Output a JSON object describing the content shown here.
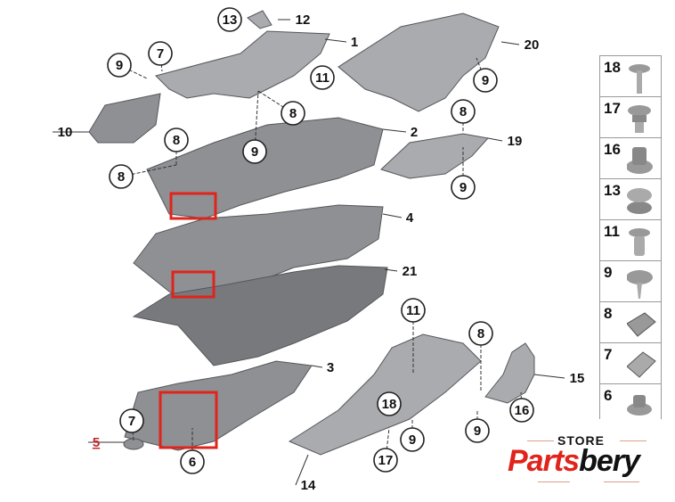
{
  "callouts": [
    {
      "label": "13",
      "circled": true
    },
    {
      "label": "12",
      "circled": false
    },
    {
      "label": "1",
      "circled": false
    },
    {
      "label": "20",
      "circled": false
    },
    {
      "label": "9",
      "circled": true
    },
    {
      "label": "7",
      "circled": true
    },
    {
      "label": "11",
      "circled": true
    },
    {
      "label": "9",
      "circled": true
    },
    {
      "label": "8",
      "circled": true
    },
    {
      "label": "8",
      "circled": true
    },
    {
      "label": "10",
      "circled": false
    },
    {
      "label": "2",
      "circled": false
    },
    {
      "label": "19",
      "circled": false
    },
    {
      "label": "8",
      "circled": true
    },
    {
      "label": "9",
      "circled": true
    },
    {
      "label": "8",
      "circled": true
    },
    {
      "label": "9",
      "circled": true
    },
    {
      "label": "4",
      "circled": false
    },
    {
      "label": "21",
      "circled": false
    },
    {
      "label": "11",
      "circled": true
    },
    {
      "label": "8",
      "circled": true
    },
    {
      "label": "3",
      "circled": false
    },
    {
      "label": "15",
      "circled": false
    },
    {
      "label": "7",
      "circled": true
    },
    {
      "label": "18",
      "circled": true
    },
    {
      "label": "16",
      "circled": true
    },
    {
      "label": "9",
      "circled": true
    },
    {
      "label": "9",
      "circled": true
    },
    {
      "label": "5",
      "circled": false,
      "color": "#c0282d"
    },
    {
      "label": "6",
      "circled": true
    },
    {
      "label": "17",
      "circled": true
    },
    {
      "label": "14",
      "circled": false
    }
  ],
  "highlight_color": "#e0241b",
  "sidebar": {
    "items": [
      {
        "label": "18",
        "icon": "bolt-icon"
      },
      {
        "label": "17",
        "icon": "expansion-rivet-icon"
      },
      {
        "label": "16",
        "icon": "collar-nut-icon"
      },
      {
        "label": "13",
        "icon": "plug-cap-icon"
      },
      {
        "label": "11",
        "icon": "rivet-nut-icon"
      },
      {
        "label": "9",
        "icon": "push-clip-icon"
      },
      {
        "label": "8",
        "icon": "speed-nut-icon"
      },
      {
        "label": "7",
        "icon": "u-clip-icon"
      },
      {
        "label": "6",
        "icon": "hex-nut-icon"
      }
    ]
  },
  "logo": {
    "store": "STORE",
    "brand_part1": "Parts",
    "brand_part2": "bery"
  }
}
